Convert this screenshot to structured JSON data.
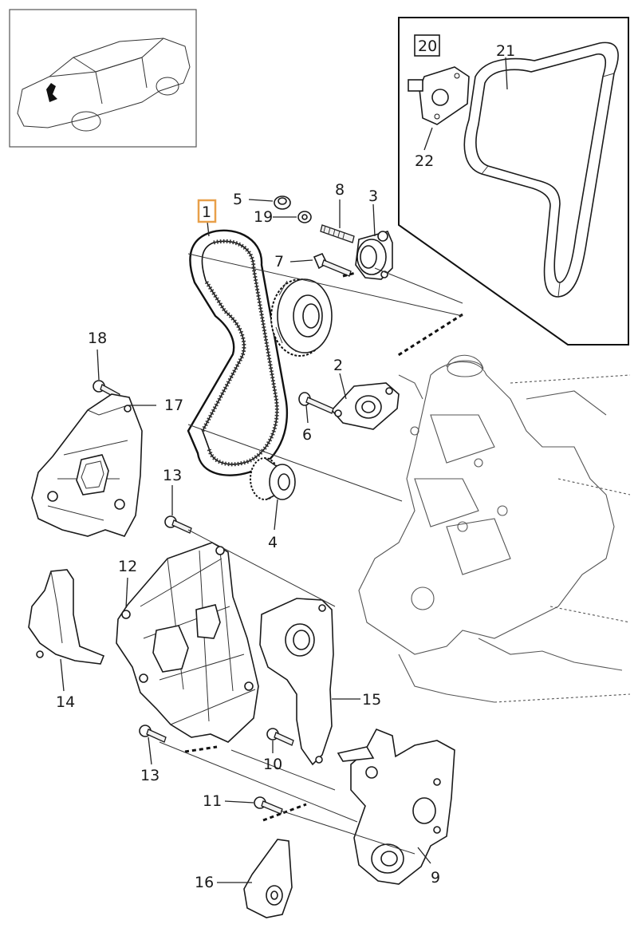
{
  "colors": {
    "highlight": "#e8a04a",
    "ink": "#1a1a1a"
  },
  "callouts": [
    {
      "id": "1",
      "name": "callout-1",
      "text": "1",
      "boxed": true,
      "box_color": "#e8a04a"
    },
    {
      "id": "2",
      "name": "callout-2",
      "text": "2"
    },
    {
      "id": "3",
      "name": "callout-3",
      "text": "3"
    },
    {
      "id": "4",
      "name": "callout-4",
      "text": "4"
    },
    {
      "id": "5",
      "name": "callout-5",
      "text": "5"
    },
    {
      "id": "6",
      "name": "callout-6",
      "text": "6"
    },
    {
      "id": "7",
      "name": "callout-7",
      "text": "7"
    },
    {
      "id": "8",
      "name": "callout-8",
      "text": "8"
    },
    {
      "id": "9",
      "name": "callout-9",
      "text": "9"
    },
    {
      "id": "10",
      "name": "callout-10",
      "text": "10"
    },
    {
      "id": "11",
      "name": "callout-11",
      "text": "11"
    },
    {
      "id": "12",
      "name": "callout-12",
      "text": "12"
    },
    {
      "id": "13a",
      "name": "callout-13-upper",
      "text": "13"
    },
    {
      "id": "13b",
      "name": "callout-13-lower",
      "text": "13"
    },
    {
      "id": "14",
      "name": "callout-14",
      "text": "14"
    },
    {
      "id": "15",
      "name": "callout-15",
      "text": "15"
    },
    {
      "id": "16",
      "name": "callout-16",
      "text": "16"
    },
    {
      "id": "17",
      "name": "callout-17",
      "text": "17"
    },
    {
      "id": "18",
      "name": "callout-18",
      "text": "18"
    },
    {
      "id": "19",
      "name": "callout-19",
      "text": "19"
    },
    {
      "id": "20",
      "name": "callout-20",
      "text": "20",
      "boxed": true,
      "box_color": "#1a1a1a"
    },
    {
      "id": "21",
      "name": "callout-21",
      "text": "21"
    },
    {
      "id": "22",
      "name": "callout-22",
      "text": "22"
    }
  ]
}
